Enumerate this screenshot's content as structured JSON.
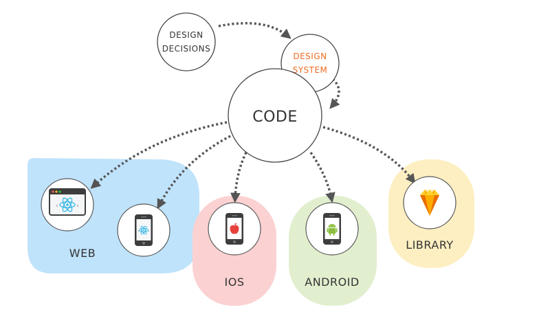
{
  "nodes": {
    "design_decisions": {
      "line1": "DESIGN",
      "line2": "DECISIONS"
    },
    "design_system": {
      "line1": "DESIGN",
      "line2": "SYSTEM"
    },
    "code": {
      "label": "CODE"
    }
  },
  "groups": {
    "web": {
      "label": "WEB",
      "icons": [
        "react-browser-icon",
        "react-phone-icon"
      ]
    },
    "ios": {
      "label": "IOS",
      "icons": [
        "apple-phone-icon"
      ]
    },
    "android": {
      "label": "ANDROID",
      "icons": [
        "android-phone-icon"
      ]
    },
    "library": {
      "label": "LIBRARY",
      "icons": [
        "sketch-diamond-icon"
      ]
    }
  },
  "colors": {
    "web_bg": "#bfe3fb",
    "ios_bg": "#fbd1d1",
    "android_bg": "#e2efcf",
    "library_bg": "#fdefc2",
    "arrow": "#555555",
    "accent": "#f26b21"
  }
}
